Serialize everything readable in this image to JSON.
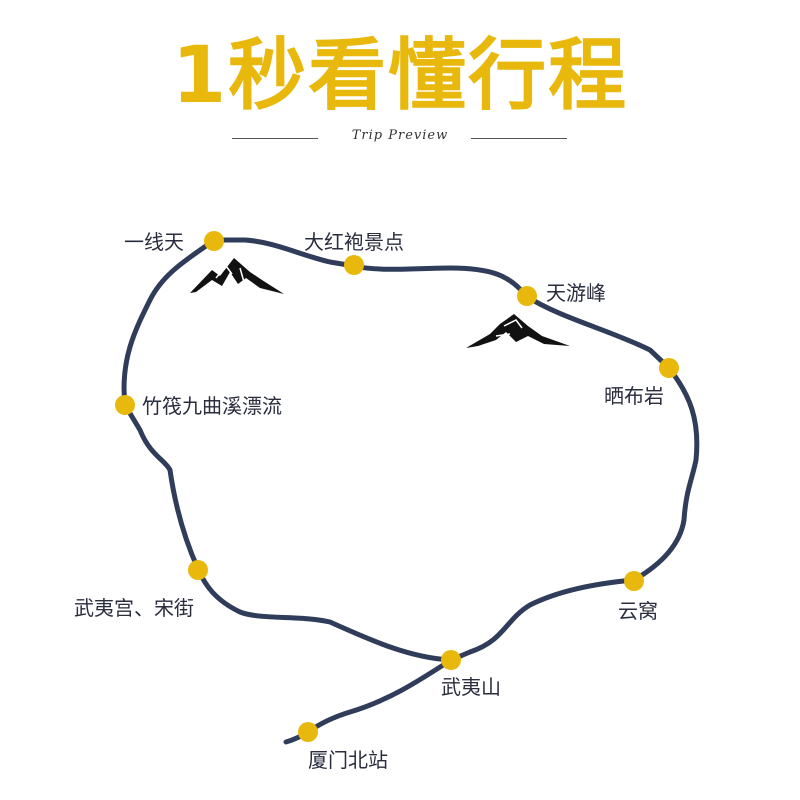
{
  "header": {
    "title": "1秒看懂行程",
    "subtitle": "Trip Preview"
  },
  "colors": {
    "title": "#e8b80c",
    "route": "#2f3d5a",
    "stop": "#e8b80c",
    "label": "#2a2d3e"
  },
  "stops": [
    {
      "id": "yixiantian",
      "label": "一线天"
    },
    {
      "id": "dahongpao",
      "label": "大红袍景点"
    },
    {
      "id": "tianyoufeng",
      "label": "天游峰"
    },
    {
      "id": "shaibuyan",
      "label": "晒布岩"
    },
    {
      "id": "yunwo",
      "label": "云窝"
    },
    {
      "id": "wuyishan",
      "label": "武夷山"
    },
    {
      "id": "wuyigong",
      "label": "武夷宫、宋街"
    },
    {
      "id": "zhufa",
      "label": "竹筏九曲溪漂流"
    },
    {
      "id": "xiamen",
      "label": "厦门北站"
    }
  ],
  "icons": [
    "mountain-icon",
    "mountain-icon"
  ]
}
